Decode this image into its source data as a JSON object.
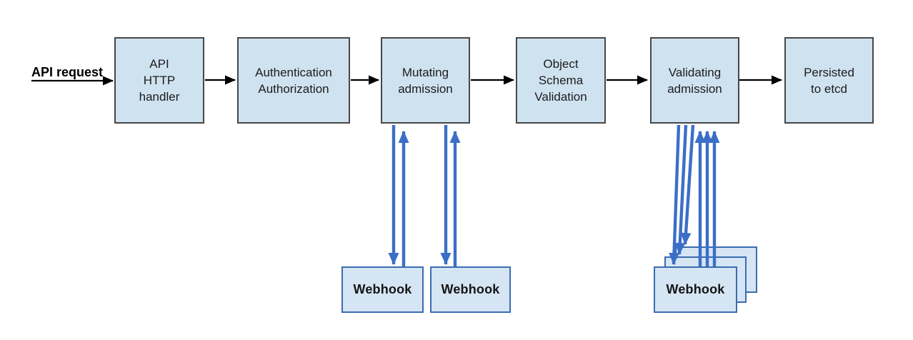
{
  "diagram": {
    "request_label": "API request",
    "flow_nodes": [
      {
        "id": "api-http-handler",
        "label": "API\nHTTP\nhandler"
      },
      {
        "id": "authentication-authorization",
        "label": "Authentication\nAuthorization"
      },
      {
        "id": "mutating-admission",
        "label": "Mutating\nadmission"
      },
      {
        "id": "object-schema-validation",
        "label": "Object\nSchema\nValidation"
      },
      {
        "id": "validating-admission",
        "label": "Validating\nadmission"
      },
      {
        "id": "persisted-to-etcd",
        "label": "Persisted\nto etcd"
      }
    ],
    "mutating_webhooks": [
      {
        "label": "Webhook"
      },
      {
        "label": "Webhook"
      }
    ],
    "validating_webhooks": {
      "label": "Webhook",
      "stacked_count": 3
    },
    "colors": {
      "node_fill": "#cfe2f0",
      "node_border": "#474747",
      "webhook_fill": "#d6e5f4",
      "webhook_border": "#3a6cb0",
      "arrow_black": "#000000",
      "arrow_blue": "#3b6fc7",
      "text_color": "#1c1c1c"
    }
  }
}
